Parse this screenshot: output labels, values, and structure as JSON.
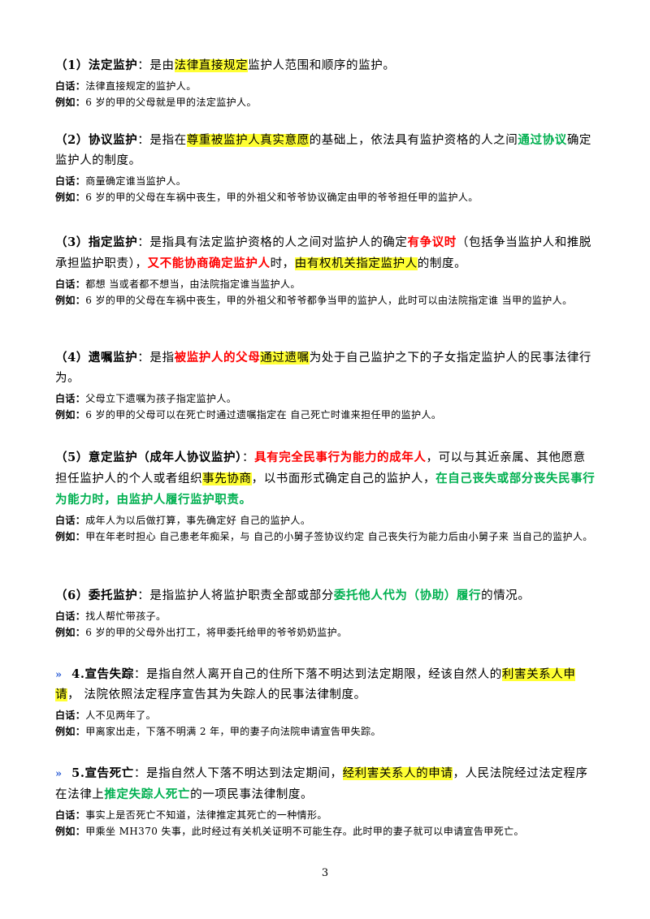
{
  "labels": {
    "baihua": "白话：",
    "lirru": "例如："
  },
  "s1": {
    "title": "（1）法定监护",
    "m1": "：是由",
    "m2": "法律直接规定",
    "m3": "监护人范围和顺序的监护。",
    "baihua": "法律直接规定的监护人。",
    "eg": "6 岁的甲的父母就是甲的法定监护人。"
  },
  "s2": {
    "title": "（2）协议监护",
    "m1": "：是指在",
    "m2": "尊重被监护人真实意愿",
    "m3": "的基础上，依法具有监护资格的人之间",
    "m4": "通过协议",
    "m5": "确定 监护人的制度。",
    "baihua": "商量确定谁当监护人。",
    "eg": "6 岁的甲的父母在车祸中丧生，甲的外祖父和爷爷协议确定由甲的爷爷担任甲的监护人。"
  },
  "s3": {
    "title": "（3）指定监护",
    "m1": "：是指具有法定监护资格的人之间对监护人的确定",
    "m2": "有争议时",
    "m3": "（包括争当监护人和推脱 承担监护职责），",
    "m4": "又不能协商确定监护人",
    "m5": "时，",
    "m6": "由有权机关指定监护人",
    "m7": "的制度。",
    "baihua": "都想 当或者都不想当，由法院指定谁当监护人。",
    "eg": "6 岁的甲的父母在车祸中丧生，甲的外祖父和爷爷都争当甲的监护人，此时可以由法院指定谁 当甲的监护人。"
  },
  "s4": {
    "title": "（4）遗嘱监护",
    "m1": "：是指",
    "m2": "被监护人的父母",
    "m3": "通过遗嘱",
    "m4": "为处于自己监护之下的子女指定监护人的民事法律行 为。",
    "baihua": "父母立下遗嘱为孩子指定监护人。",
    "eg": "6 岁的甲的父母可以在死亡时通过遗嘱指定在 自己死亡时谁来担任甲的监护人。"
  },
  "s5": {
    "title": "（5）意定监护（成年人协议监护）",
    "m1": "：",
    "m2": "具有完全民事行为能力的成年人",
    "m3": "，可以与其近亲属、其他愿意 担任监护人的个人或者组织",
    "m4": "事先协商",
    "m5": "，以书面形式确定自己的监护人，",
    "m6": "在自己丧失或部分丧失民事行 为能力时，",
    "m7": "由监护人履行监护职责。",
    "baihua": "成年人为以后做打算，事先确定好 自己的监护人。",
    "eg": "甲在年老时担心 自己患老年痴呆，与 自己的小舅子签协议约定 自己丧失行为能力后由小舅子来 当自己的监护人。"
  },
  "s6": {
    "title": "（6）委托监护",
    "m1": "：是指监护人将监护职责全部或部分",
    "m2": "委托他人代为（协助）履行",
    "m3": "的情况。",
    "baihua": "找人帮忙带孩子。",
    "eg": "6 岁的甲的父母外出打工，将甲委托给甲的爷爷奶奶监护。"
  },
  "s7": {
    "arrow": "»",
    "title": "4.宣告失踪",
    "m1": "：是指自然人离开自己的住所下落不明达到法定期限，经该自然人的",
    "m2": "利害关系人申请",
    "m3": "， 法院依照法定程序宣告其为失踪人的民事法律制度。",
    "baihua": "人不见两年了。",
    "eg": "甲离家出走，下落不明满 2 年，甲的妻子向法院申请宣告甲失踪。"
  },
  "s8": {
    "arrow": "»",
    "title": "5.宣告死亡",
    "m1": "：是指自然人下落不明达到法定期间，",
    "m2": "经利害关系人的申请",
    "m3": "，人民法院经过法定程序 在法律上",
    "m4": "推定失踪人死亡",
    "m5": "的一项民事法律制度。",
    "baihua": "事实上是否死亡不知道，法律推定其死亡的一种情形。",
    "eg": "甲乘坐 MH370 失事，此时经过有关机关证明不可能生存。此时甲的妻子就可以申请宣告甲死亡。"
  },
  "page_number": "3"
}
